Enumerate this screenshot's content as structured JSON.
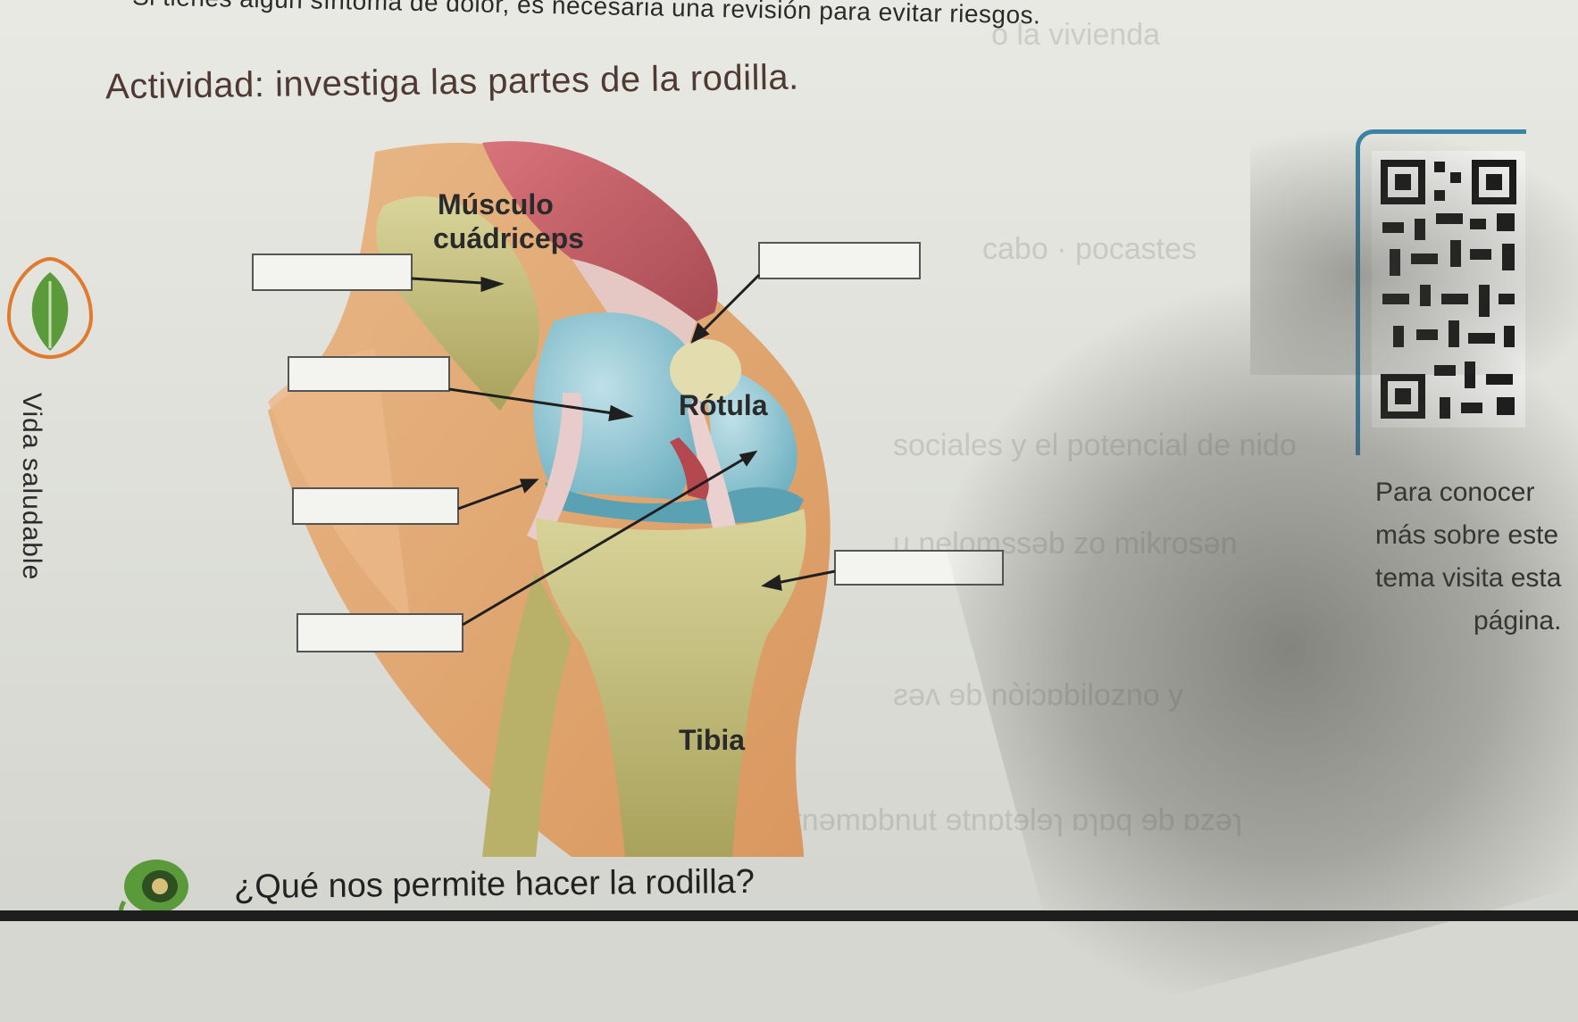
{
  "header": {
    "warning_text": "Si tienes algún síntoma de dolor, es necesaria una revisión para evitar riesgos.",
    "activity_title": "Actividad: investiga las partes de la rodilla."
  },
  "diagram": {
    "labels": {
      "muscle": "Músculo",
      "muscle2": "cuádriceps",
      "patella": "Rótula",
      "tibia": "Tibia"
    },
    "blank_boxes": 6
  },
  "sidebar": {
    "section_label": "Vida saludable"
  },
  "qr": {
    "lines": [
      "Para conocer",
      "más sobre este",
      "tema visita esta",
      "página."
    ]
  },
  "footer": {
    "question": "¿Qué nos permite hacer la rodilla?"
  },
  "colors": {
    "accent_green": "#5a9a3a",
    "accent_orange": "#e07a2e",
    "qr_frame": "#3b83a6",
    "title_brown": "#4e3a32"
  }
}
